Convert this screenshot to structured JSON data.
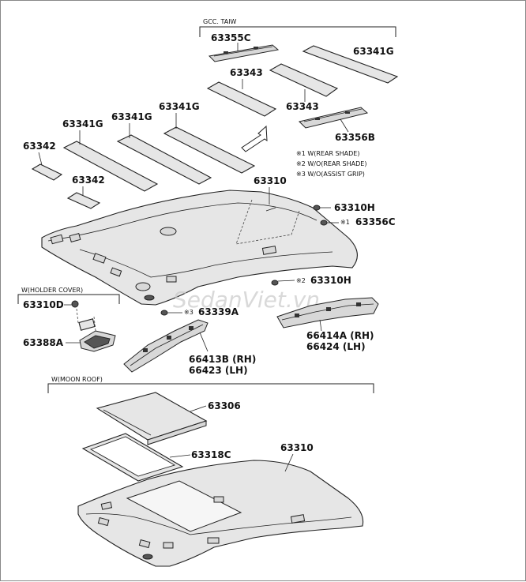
{
  "group_labels": {
    "gcc": "GCC. TAIW",
    "holder": "W(HOLDER COVER)",
    "moon": "W(MOON ROOF)"
  },
  "notes": [
    "※1 W(REAR SHADE)",
    "※2 W/O(REAR SHADE)",
    "※3 W/O(ASSIST GRIP)"
  ],
  "parts": {
    "p63355C": "63355C",
    "p63341G_a": "63341G",
    "p63343_a": "63343",
    "p63343_b": "63343",
    "p63356B": "63356B",
    "p63341G_b": "63341G",
    "p63341G_c": "63341G",
    "p63341G_d": "63341G",
    "p63342_a": "63342",
    "p63342_b": "63342",
    "p63310_a": "63310",
    "p63310H_a": "63310H",
    "p63356C": "63356C",
    "p63356C_mark": "※1",
    "p63310H_b": "63310H",
    "p63310H_b_mark": "※2",
    "p63310D": "63310D",
    "p63388A": "63388A",
    "p63339A": "63339A",
    "p63339A_mark": "※3",
    "p66414A": "66414A (RH)",
    "p66424": "66424 (LH)",
    "p66413B": "66413B (RH)",
    "p66423": "66423 (LH)",
    "p63306": "63306",
    "p63318C": "63318C",
    "p63310_b": "63310"
  },
  "watermark": "SedanViet.vn"
}
